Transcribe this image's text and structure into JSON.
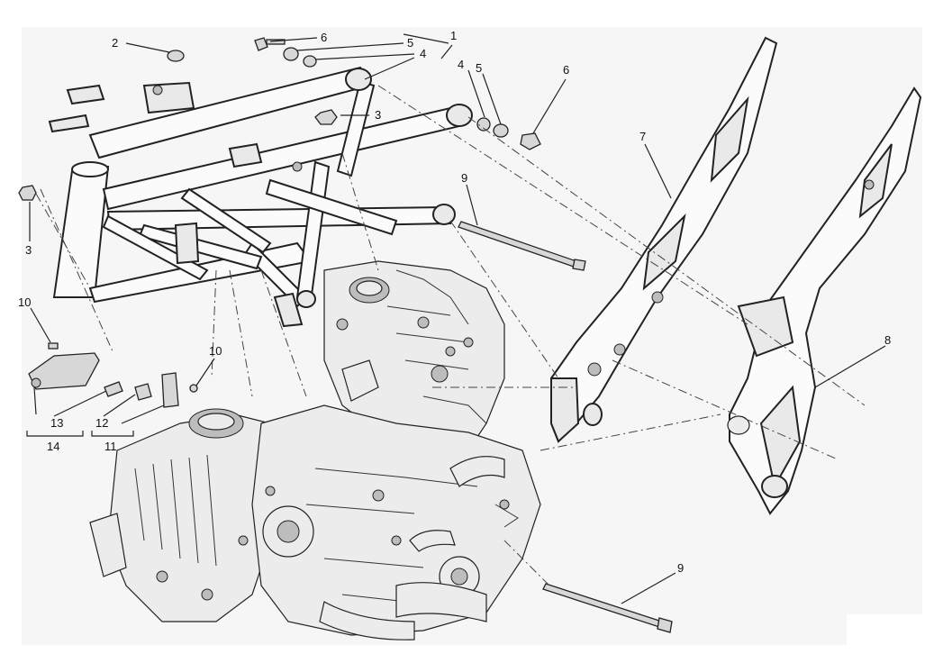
{
  "callouts": [
    "1",
    "2",
    "3",
    "3",
    "4",
    "4",
    "5",
    "5",
    "6",
    "6",
    "7",
    "8",
    "9",
    "9",
    "10",
    "10",
    "11",
    "12",
    "13",
    "14"
  ]
}
